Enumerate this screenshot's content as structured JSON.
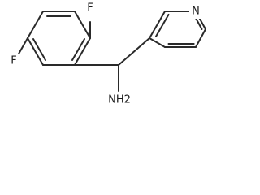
{
  "molecule": {
    "atoms": {
      "fluorine_top": "F",
      "fluorine_left": "F",
      "pyridine_nitrogen": "N",
      "amine": "NH2"
    },
    "colors": {
      "bond": "#2a2a2a",
      "label": "#1a1a1a",
      "background": "#ffffff"
    }
  }
}
